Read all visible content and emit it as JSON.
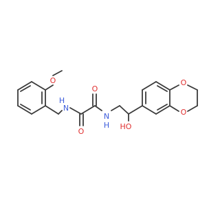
{
  "molecule": {
    "colors": {
      "bond": "#3a3a3a",
      "nitrogen": "#3b5bdb",
      "oxygen": "#e03131",
      "background": "#ffffff"
    },
    "atom_labels": {
      "methoxy_o": "O",
      "amide_nh_left": "N",
      "amide_h_left": "H",
      "amide_o_left": "O",
      "amide_o_right": "O",
      "amide_nh_right": "N",
      "amide_h_right": "H",
      "hydroxyl": "HO",
      "dioxane_o_top": "O",
      "dioxane_o_bottom": "O"
    }
  }
}
